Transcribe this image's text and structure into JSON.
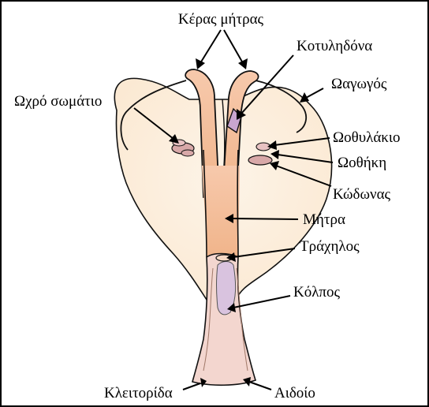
{
  "labels": {
    "uterine_horn": "Κέρας μήτρας",
    "cotyledon": "Κοτυληδόνα",
    "corpus_luteum": "Ωχρό σωμάτιο",
    "oviduct": "Ωαγωγός",
    "follicle": "Ωοθυλάκιο",
    "ovary": "Ωοθήκη",
    "infundibulum": "Κώδωνας",
    "uterus": "Μήτρα",
    "cervix": "Τράχηλος",
    "vagina": "Κόλπος",
    "clitoris": "Κλειτορίδα",
    "vulva": "Αιδοίο"
  },
  "colors": {
    "ligament_fill": "#fdf1e1",
    "uterus_top": "#f6c6a8",
    "uterus_bottom": "#f2b98f",
    "vagina_fill": "#f3d6cf",
    "vagina_inner": "#d9c3df",
    "ovary_fill": "#d8a8a8",
    "cotyledon_fill": "#c9a5cf",
    "outline": "#111111"
  }
}
